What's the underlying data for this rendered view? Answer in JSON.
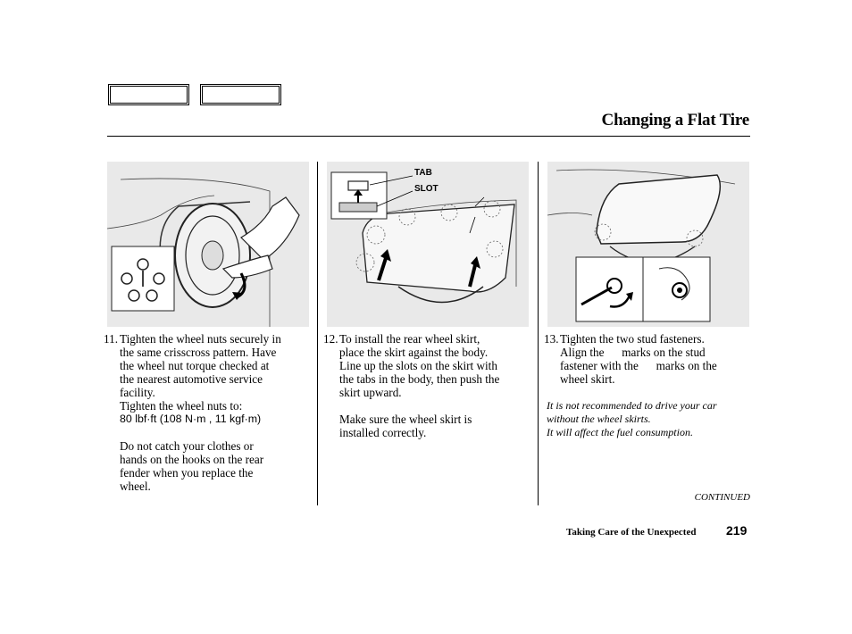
{
  "header": {
    "title": "Changing a Flat Tire"
  },
  "illustrations": {
    "center": {
      "label_tab": "TAB",
      "label_slot": "SLOT"
    }
  },
  "steps": [
    {
      "number": "11.",
      "lines": [
        "Tighten the wheel nuts securely in",
        "the same crisscross pattern. Have",
        "the wheel nut torque checked at",
        "the nearest automotive service",
        "facility."
      ],
      "torque_intro": "Tighten the wheel nuts to:",
      "torque_value": "80 lbf·ft (108 N·m , 11 kgf·m)",
      "caution_lines": [
        "Do not catch your clothes or",
        "hands on the hooks on the rear",
        "fender when you replace the",
        "wheel."
      ]
    },
    {
      "number": "12.",
      "lines": [
        "To install the rear wheel skirt,",
        "place the skirt against the body.",
        "Line up the slots on the skirt with",
        "the tabs in the body, then push the",
        "skirt upward."
      ],
      "extra_lines": [
        "Make sure the wheel skirt is",
        "installed correctly."
      ]
    },
    {
      "number": "13.",
      "lines": [
        "Tighten the two stud fasteners.",
        "Align the      marks on the stud",
        "fastener with the      marks on the",
        "wheel skirt."
      ]
    }
  ],
  "note": {
    "lines": [
      "It is not recommended to drive your car",
      "without the wheel skirts.",
      "It will affect the fuel consumption."
    ]
  },
  "footer": {
    "continued": "CONTINUED",
    "section": "Taking Care of the Unexpected",
    "page": "219"
  }
}
